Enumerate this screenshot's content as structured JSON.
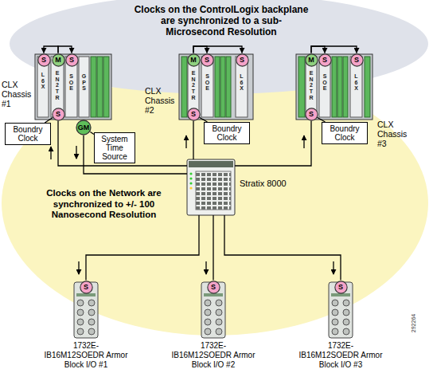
{
  "diagram": {
    "title": "Clocks on the ControlLogix backplane are synchronized to a sub-Microsecond Resolution",
    "nodes": [
      {
        "text": [
          "S"
        ]
      },
      {
        "text": [
          "M"
        ]
      },
      {
        "text": [
          "S"
        ]
      },
      {
        "text": [
          "M"
        ]
      },
      {
        "text": [
          "S"
        ]
      },
      {
        "text": [
          "S"
        ]
      },
      {
        "text": [
          "M"
        ]
      },
      {
        "text": [
          "S"
        ]
      },
      {
        "text": [
          "S"
        ]
      },
      {
        "text": [
          "S"
        ]
      },
      {
        "text": [
          "GM"
        ]
      },
      {
        "text": [
          "Boundry Clock"
        ]
      },
      {
        "text": [
          "System Time Source"
        ]
      },
      {
        "text": [
          "S"
        ]
      },
      {
        "text": [
          "Boundry Clock"
        ]
      },
      {
        "text": [
          "S"
        ]
      },
      {
        "text": [
          "Boundry Clock"
        ]
      },
      {
        "text": [
          "Stratix 8000"
        ]
      },
      {
        "text": [
          "S"
        ]
      },
      {
        "text": [
          "S"
        ]
      },
      {
        "text": [
          "S"
        ]
      }
    ],
    "edges": [
      {
        "from": 1,
        "to": 0,
        "arrow": "to"
      },
      {
        "from": 1,
        "to": 2,
        "arrow": "to"
      },
      {
        "from": 3,
        "to": 4,
        "arrow": "to"
      },
      {
        "from": 3,
        "to": 5,
        "arrow": "to"
      },
      {
        "from": 6,
        "to": 7,
        "arrow": "to"
      },
      {
        "from": 6,
        "to": 8,
        "arrow": "to"
      },
      {
        "from": 11,
        "to": 9,
        "arrow": "none"
      },
      {
        "from": 12,
        "to": 10,
        "arrow": "none"
      },
      {
        "from": 14,
        "to": 13,
        "arrow": "none"
      },
      {
        "from": 16,
        "to": 15,
        "arrow": "none"
      },
      {
        "from": 9,
        "to": 17,
        "arrow": "none"
      },
      {
        "from": 10,
        "to": 17,
        "arrow": "none"
      },
      {
        "from": 13,
        "to": 17,
        "arrow": "none"
      },
      {
        "from": 15,
        "to": 17,
        "arrow": "none"
      },
      {
        "from": 17,
        "to": 18,
        "arrow": "none"
      },
      {
        "from": 17,
        "to": 19,
        "arrow": "none"
      },
      {
        "from": 17,
        "to": 20,
        "arrow": "none"
      }
    ],
    "labels": [
      "CLX Chassis #1",
      "CLX Chassis #2",
      "CLX Chassis #3",
      "Clocks on the Network are synchronized to +/- 100 Nanosecond Resolution",
      "L6X",
      "EN2TR",
      "SOE",
      "GPS",
      "EN2TR",
      "SOE",
      "L6X",
      "EN2TR",
      "SOE",
      "L6X",
      "1732E- IB16M12SOEDR Armor Block I/O #1",
      "1732E- IB16M12SOEDR Armor Block I/O #2",
      "1732E- IB16M12SOEDR Armor Block I/O #3",
      "292264"
    ]
  }
}
